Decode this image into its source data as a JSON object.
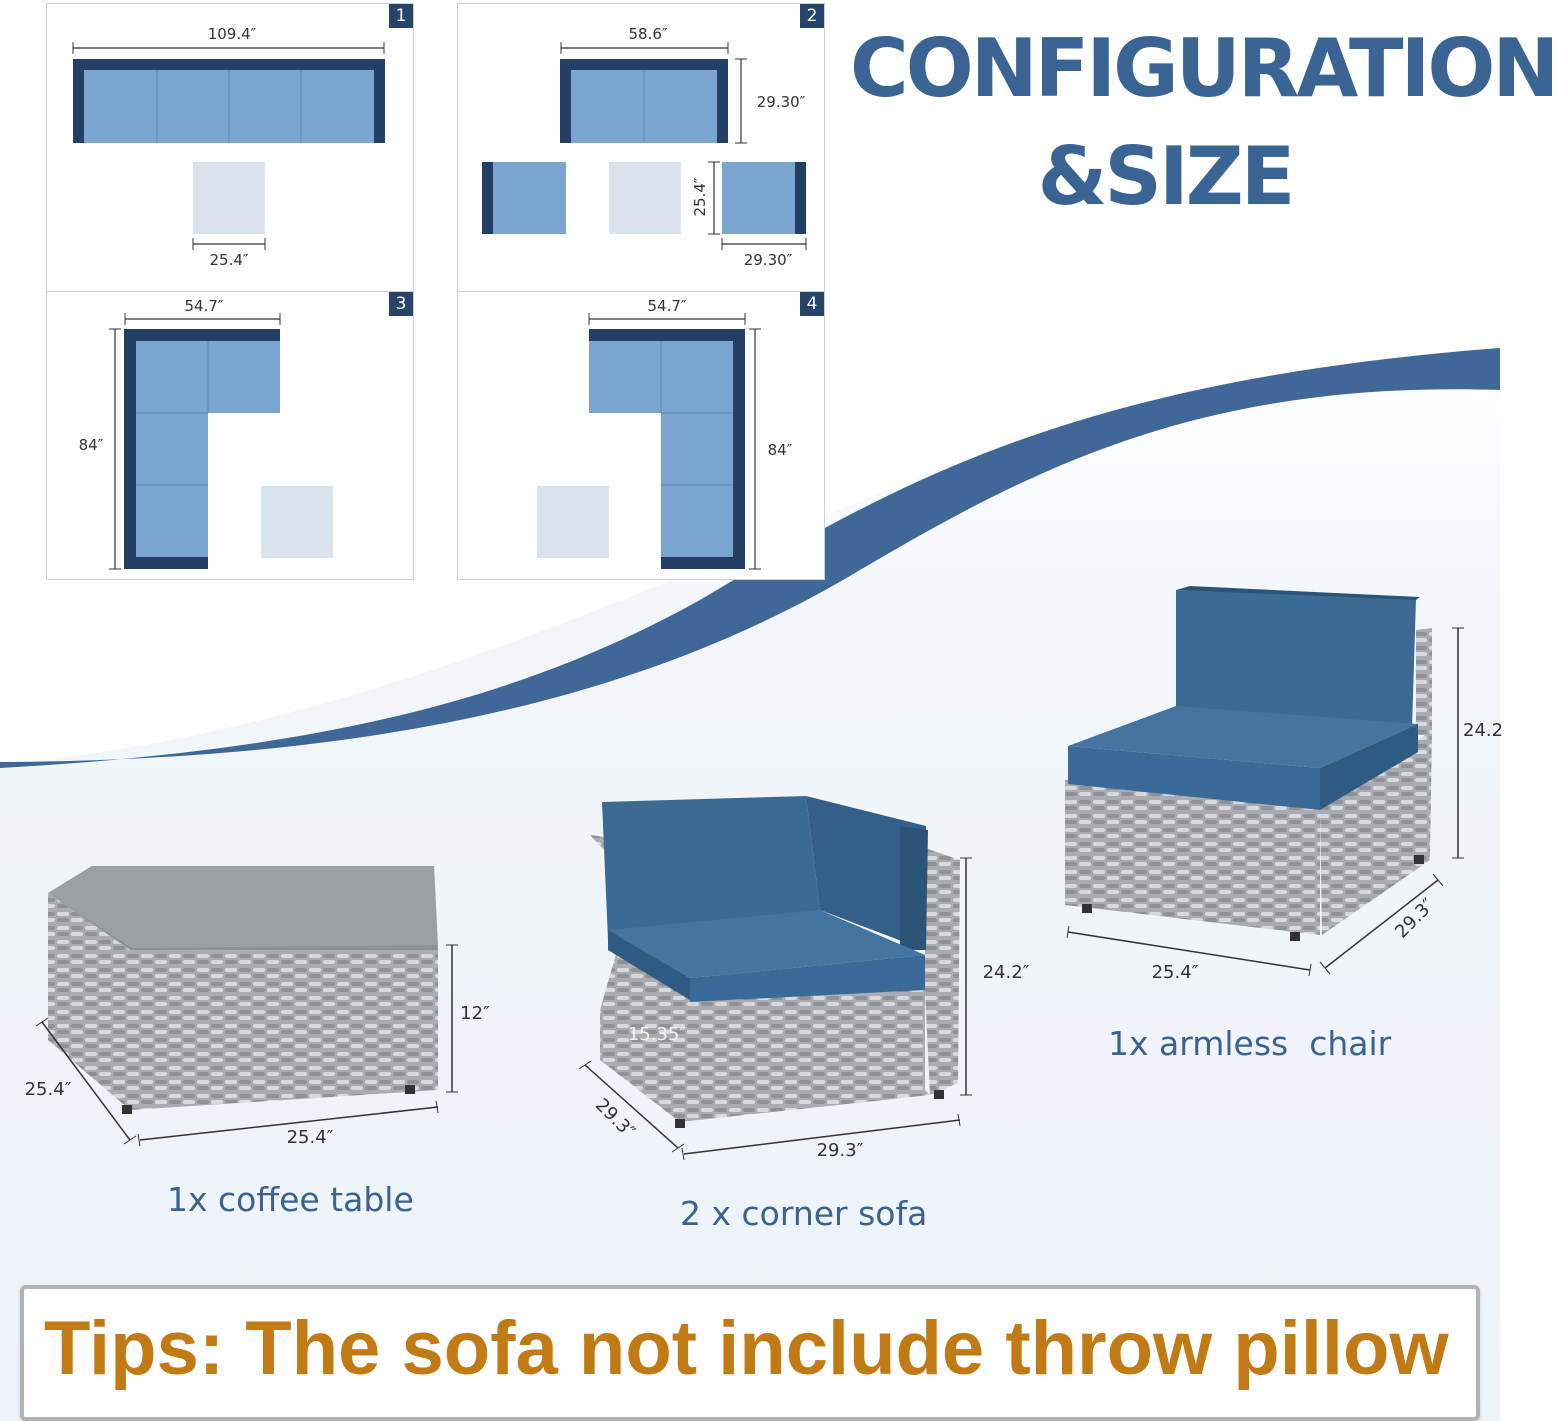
{
  "title": {
    "line1": "CONFIGURATION",
    "line2": "&SIZE"
  },
  "colors": {
    "frame": "#233f66",
    "cushion": "#7aa5d0",
    "table": "#dbe3ee",
    "accent": "#3a6494",
    "tips": "#c17a14"
  },
  "configs": [
    {
      "number": "1",
      "dims": [
        "109.4″",
        "25.4″"
      ]
    },
    {
      "number": "2",
      "dims": [
        "58.6″",
        "29.30″",
        "25.4″",
        "29.30″"
      ]
    },
    {
      "number": "3",
      "dims": [
        "54.7″",
        "84″"
      ]
    },
    {
      "number": "4",
      "dims": [
        "54.7″",
        "84″"
      ]
    }
  ],
  "products": {
    "coffee_table": {
      "caption": "1x coffee table",
      "dims": [
        "25.4″",
        "25.4″",
        "12″"
      ]
    },
    "corner_sofa": {
      "caption": "2 x corner sofa",
      "dims": [
        "29.3″",
        "29.3″",
        "24.2″",
        "15.35″"
      ]
    },
    "armless_chair": {
      "caption": "1x armless  chair",
      "dims": [
        "25.4″",
        "29.3″",
        "24.2"
      ]
    }
  },
  "tips": "Tips: The sofa not include throw pillow"
}
